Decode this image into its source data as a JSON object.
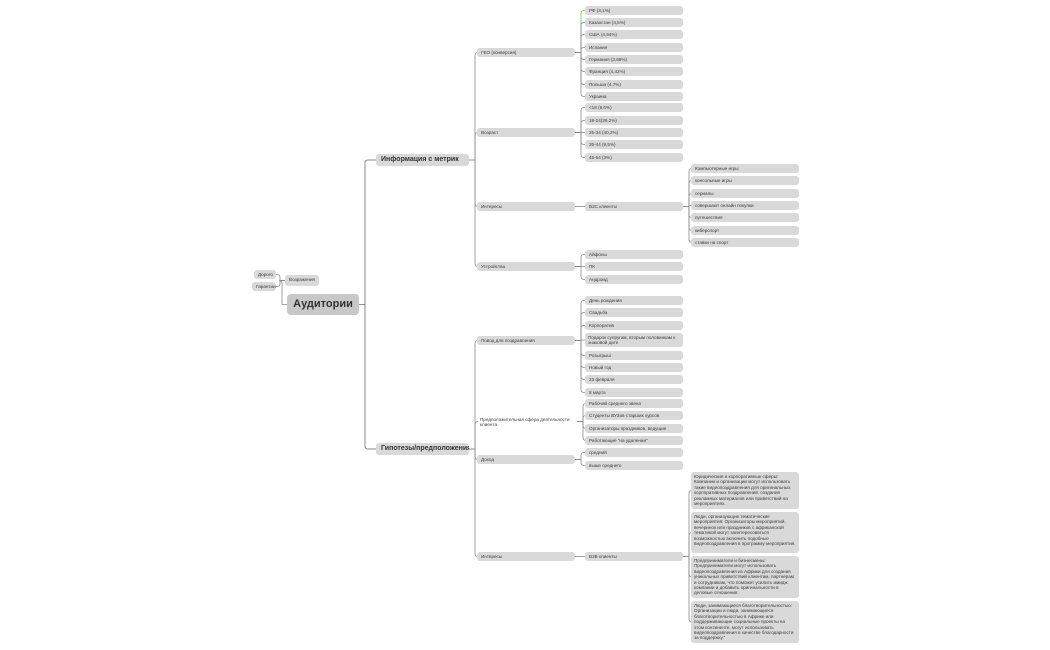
{
  "colors": {
    "link": "#8a8a8a",
    "highlight_link": "#6cc46c",
    "node_fill": "#d9d9d9",
    "root_fill": "#c8c8c8"
  },
  "nodes": [
    {
      "id": "root",
      "text": "Аудитории",
      "style": "root"
    },
    {
      "id": "objections",
      "text": "Возражения",
      "parent": "root"
    },
    {
      "id": "obj-expensive",
      "text": "Дорого",
      "parent": "objections"
    },
    {
      "id": "obj-warranty",
      "text": "Гарантии",
      "parent": "objections"
    },
    {
      "id": "info",
      "text": "Информация с метрик",
      "parent": "root",
      "style": "bold"
    },
    {
      "id": "geo",
      "text": "ГЕО (конверсия)",
      "parent": "info"
    },
    {
      "id": "geo-ru",
      "text": "РФ (3,1%)",
      "parent": "geo",
      "highlight": true
    },
    {
      "id": "geo-kz",
      "text": "Казахстан (4,5%)",
      "parent": "geo"
    },
    {
      "id": "geo-us",
      "text": "США (4,94%)",
      "parent": "geo"
    },
    {
      "id": "geo-es",
      "text": "Испания",
      "parent": "geo"
    },
    {
      "id": "geo-de",
      "text": "Германия (3,66%)",
      "parent": "geo"
    },
    {
      "id": "geo-fr",
      "text": "Франция (4,42%)",
      "parent": "geo"
    },
    {
      "id": "geo-pl",
      "text": "Польша (4,7%)",
      "parent": "geo"
    },
    {
      "id": "geo-ua",
      "text": "Украина",
      "parent": "geo"
    },
    {
      "id": "age",
      "text": "Возраст",
      "parent": "info"
    },
    {
      "id": "age-1",
      "text": "<18 (9,6%)",
      "parent": "age"
    },
    {
      "id": "age-2",
      "text": "18-24(39,2%)",
      "parent": "age"
    },
    {
      "id": "age-3",
      "text": "25-34 (40,2%)",
      "parent": "age"
    },
    {
      "id": "age-4",
      "text": "35-44 (9,5%)",
      "parent": "age"
    },
    {
      "id": "age-5",
      "text": "45-54 (3%)",
      "parent": "age"
    },
    {
      "id": "interests",
      "text": "Интересы",
      "parent": "info"
    },
    {
      "id": "b2c",
      "text": "B2C клиенты",
      "parent": "interests"
    },
    {
      "id": "b2c-1",
      "text": "Компьютерные игры",
      "parent": "b2c"
    },
    {
      "id": "b2c-2",
      "text": "консольные игры",
      "parent": "b2c"
    },
    {
      "id": "b2c-3",
      "text": "сериалы",
      "parent": "b2c"
    },
    {
      "id": "b2c-4",
      "text": "совершают онлайн покупки",
      "parent": "b2c"
    },
    {
      "id": "b2c-5",
      "text": "путешествия",
      "parent": "b2c"
    },
    {
      "id": "b2c-6",
      "text": "киберспорт",
      "parent": "b2c"
    },
    {
      "id": "b2c-7",
      "text": "ставки на спорт",
      "parent": "b2c"
    },
    {
      "id": "devices",
      "text": "Устройства",
      "parent": "info"
    },
    {
      "id": "dev-1",
      "text": "Айфоны",
      "parent": "devices"
    },
    {
      "id": "dev-2",
      "text": "ПК",
      "parent": "devices"
    },
    {
      "id": "dev-3",
      "text": "Андроид",
      "parent": "devices"
    },
    {
      "id": "hyp",
      "text": "Гипотезы/предположения",
      "parent": "root",
      "style": "bold"
    },
    {
      "id": "occasion",
      "text": "Повод для поздравления",
      "parent": "hyp"
    },
    {
      "id": "occ-1",
      "text": "День рождения",
      "parent": "occasion"
    },
    {
      "id": "occ-2",
      "text": "Свадьба",
      "parent": "occasion"
    },
    {
      "id": "occ-3",
      "text": "Корпоратив",
      "parent": "occasion"
    },
    {
      "id": "occ-4",
      "text": "Подарок супругам, вторым половинкам к знаковой дате",
      "parent": "occasion",
      "multi": true
    },
    {
      "id": "occ-5",
      "text": "Розыгрыш",
      "parent": "occasion"
    },
    {
      "id": "occ-6",
      "text": "Новый год",
      "parent": "occasion"
    },
    {
      "id": "occ-7",
      "text": "23 февраля",
      "parent": "occasion"
    },
    {
      "id": "occ-8",
      "text": "8 марта",
      "parent": "occasion"
    },
    {
      "id": "field",
      "text": "Предположительная сфера деятельности клиента",
      "parent": "hyp",
      "multi": true,
      "plain": true
    },
    {
      "id": "field-1",
      "text": "Рабочий среднего звена",
      "parent": "field"
    },
    {
      "id": "field-2",
      "text": "Студенты ВУЗов старших курсов",
      "parent": "field"
    },
    {
      "id": "field-3",
      "text": "Организаторы праздников, ведущие",
      "parent": "field"
    },
    {
      "id": "field-4",
      "text": "Работающие \"на удалении\"",
      "parent": "field"
    },
    {
      "id": "income",
      "text": "Доход",
      "parent": "hyp"
    },
    {
      "id": "inc-1",
      "text": "средний",
      "parent": "income"
    },
    {
      "id": "inc-2",
      "text": "выше среднего",
      "parent": "income"
    },
    {
      "id": "interests2",
      "text": "Интересы",
      "parent": "hyp"
    },
    {
      "id": "b2b",
      "text": "B2B клиенты",
      "parent": "interests2"
    },
    {
      "id": "b2b-1",
      "text": "Юридические и корпоративные сферы: Компании и организации могут использовать такие видеопоздравления для оригинальных корпоративных поздравлений, создания рекламных материалов или приветствий на мероприятиях.",
      "parent": "b2b",
      "multi": true
    },
    {
      "id": "b2b-2",
      "text": "Люди, организующие тематические мероприятия: Организаторы мероприятий, вечеринок или праздников с африканской тематикой могут заинтересоваться возможностью включить подобные видеопоздравления в программу мероприятия.",
      "parent": "b2b",
      "multi": true
    },
    {
      "id": "b2b-3",
      "text": "Предприниматели и бизнесмены: Предприниматели могут использовать видеопоздравления из Африки для создания уникальных приветствий клиентам, партнерам и сотрудникам, что поможет усилить имидж компании и добавить оригинальности в деловые отношения.",
      "parent": "b2b",
      "multi": true
    },
    {
      "id": "b2b-4",
      "text": "Люди, занимающиеся благотворительностью: Организации и люди, занимающиеся благотворительностью в Африке или поддерживающие социальные проекты на этом континенте, могут использовать видеопоздравления в качестве благодарности за поддержку.\"",
      "parent": "b2b",
      "multi": true
    }
  ]
}
